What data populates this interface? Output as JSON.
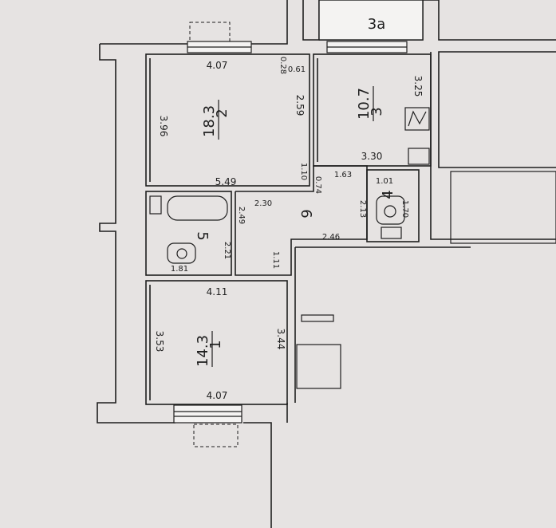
{
  "colors": {
    "paper": "#e6e3e2",
    "ink": "#1e1e1e",
    "wall": "#f4f3f2"
  },
  "rooms": [
    {
      "id": "2",
      "number": "2",
      "area": "18.3"
    },
    {
      "id": "3",
      "number": "3",
      "area": "10.7"
    },
    {
      "id": "1",
      "number": "1",
      "area": "14.3"
    },
    {
      "id": "4",
      "number": "4",
      "area": ""
    },
    {
      "id": "5",
      "number": "5",
      "area": ""
    },
    {
      "id": "6",
      "number": "6",
      "area": ""
    },
    {
      "id": "3a",
      "number": "3a",
      "area": ""
    }
  ],
  "dimensions": {
    "r2_top": "4.07",
    "r2_left": "3.96",
    "r2_right": "2.59",
    "r2_bottom": "5.49",
    "stub_a": "0.28",
    "stub_b": "0.61",
    "stub_c": "1.10",
    "r3_top": "3.25",
    "r3_bottom": "3.30",
    "corr_a": "0.74",
    "corr_b": "1.63",
    "r4_top": "1.01",
    "r4_right": "1.70",
    "r4_left": "2.13",
    "hall_top": "2.30",
    "hall_bottom": "2.46",
    "hall_inner": "1.11",
    "r5_right_a": "2.49",
    "r5_right_b": "2.21",
    "r5_bottom": "1.81",
    "r1_top": "4.11",
    "r1_left": "3.53",
    "r1_right": "3.44",
    "r1_bottom": "4.07"
  }
}
